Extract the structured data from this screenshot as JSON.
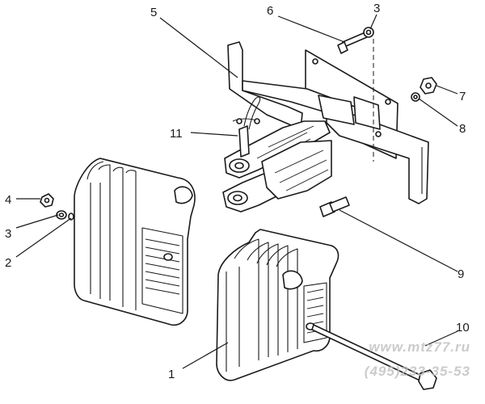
{
  "callouts": [
    {
      "id": "1",
      "label": "1"
    },
    {
      "id": "2",
      "label": "2"
    },
    {
      "id": "3a",
      "label": "3"
    },
    {
      "id": "3b",
      "label": "3"
    },
    {
      "id": "4",
      "label": "4"
    },
    {
      "id": "5",
      "label": "5"
    },
    {
      "id": "6",
      "label": "6"
    },
    {
      "id": "7",
      "label": "7"
    },
    {
      "id": "8",
      "label": "8"
    },
    {
      "id": "9",
      "label": "9"
    },
    {
      "id": "10",
      "label": "10"
    },
    {
      "id": "11",
      "label": "11"
    }
  ],
  "watermark": {
    "site": "www.mtz77.ru",
    "phone": "(495)233-35-53"
  },
  "colors": {
    "ink": "#1a1a1a",
    "paper": "#ffffff",
    "watermark": "#bebebe"
  }
}
